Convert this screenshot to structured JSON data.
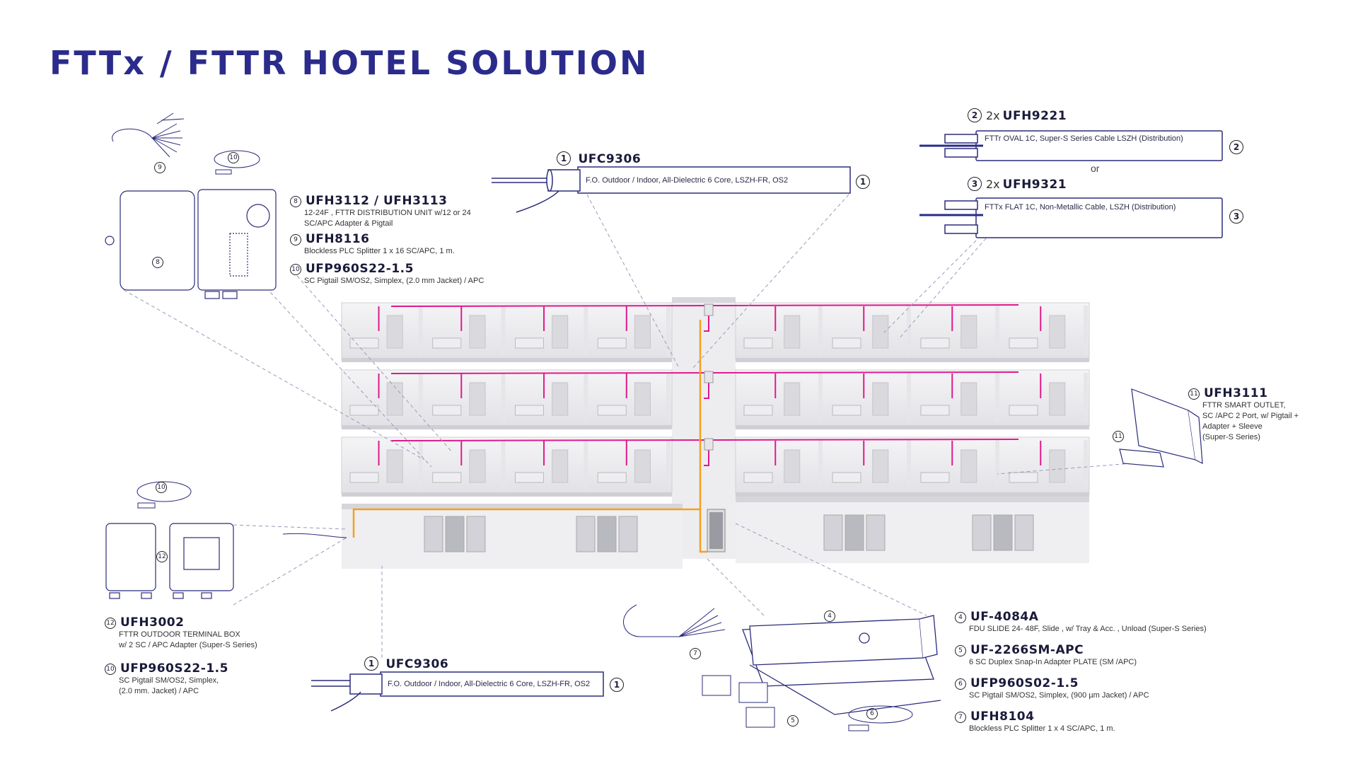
{
  "title": "FTTx / FTTR  HOTEL  SOLUTION",
  "colors": {
    "accent": "#2b2b8c",
    "fiber_pink": "#e0198c",
    "fiber_orange": "#f5a020",
    "line": "#2b2b7c"
  },
  "top_cable": {
    "num": "1",
    "part": "UFC9306",
    "desc": "F.O. Outdoor / Indoor, All-Dielectric 6 Core, LSZH-FR, OS2"
  },
  "bottom_cable": {
    "num": "1",
    "part": "UFC9306",
    "desc": "F.O. Outdoor / Indoor, All-Dielectric 6 Core, LSZH-FR, OS2"
  },
  "oval_cable": {
    "num": "2",
    "prefix": "2x",
    "part": "UFH9221",
    "desc": "FTTr OVAL 1C, Super-S Series Cable LSZH (Distribution)"
  },
  "or_text": "or",
  "flat_cable": {
    "num": "3",
    "prefix": "2x",
    "part": "UFH9321",
    "desc": "FTTx FLAT 1C, Non-Metallic Cable, LSZH (Distribution)"
  },
  "left_top_items": [
    {
      "num": "8",
      "part": "UFH3112 / UFH3113",
      "desc1": "12-24F , FTTR DISTRIBUTION UNIT w/12 or 24",
      "desc2": "SC/APC Adapter & Pigtail"
    },
    {
      "num": "9",
      "part": "UFH8116",
      "desc1": "Blockless PLC Splitter 1 x 16 SC/APC, 1 m.",
      "desc2": ""
    },
    {
      "num": "10",
      "part": "UFP960S22-1.5",
      "desc1": "SC Pigtail SM/OS2, Simplex, (2.0 mm Jacket) / APC",
      "desc2": ""
    }
  ],
  "right_outlet": {
    "num": "11",
    "part": "UFH3111",
    "desc1": "FTTR SMART OUTLET,",
    "desc2": "SC /APC 2 Port, w/ Pigtail +",
    "desc3": "Adapter + Sleeve",
    "desc4": "(Super-S Series)"
  },
  "left_bottom_items": [
    {
      "num": "12",
      "part": "UFH3002",
      "desc1": "FTTR OUTDOOR TERMINAL BOX",
      "desc2": "w/ 2 SC / APC Adapter (Super-S Series)"
    },
    {
      "num": "10",
      "part": "UFP960S22-1.5",
      "desc1": "SC Pigtail SM/OS2, Simplex,",
      "desc2": "(2.0 mm. Jacket) / APC"
    }
  ],
  "right_bottom_items": [
    {
      "num": "4",
      "part": "UF-4084A",
      "desc1": "FDU SLIDE 24- 48F, Slide , w/ Tray & Acc. , Unload (Super-S Series)"
    },
    {
      "num": "5",
      "part": "UF-2266SM-APC",
      "desc1": "6 SC Duplex Snap-In Adapter PLATE (SM /APC)"
    },
    {
      "num": "6",
      "part": "UFP960S02-1.5",
      "desc1": "SC Pigtail SM/OS2, Simplex, (900 µm Jacket) / APC"
    },
    {
      "num": "7",
      "part": "UFH8104",
      "desc1": "Blockless PLC Splitter 1 x 4 SC/APC, 1 m."
    }
  ],
  "icons": [
    "distribution-box",
    "splitter",
    "pigtail",
    "fdu-rack",
    "adapter-plate",
    "smart-outlet",
    "terminal-box",
    "logo"
  ]
}
